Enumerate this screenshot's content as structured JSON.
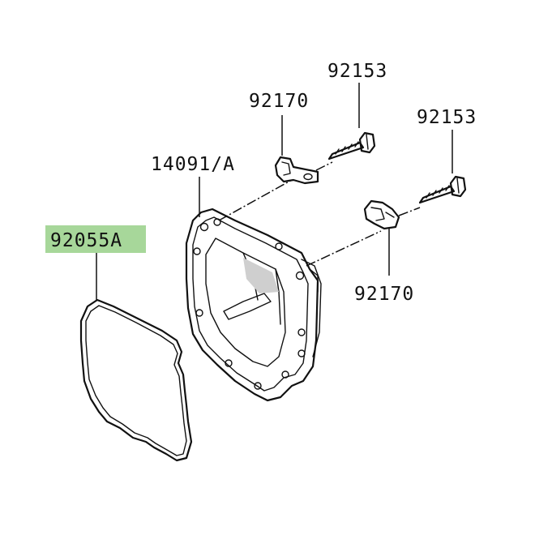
{
  "labels": {
    "bolt_top": "92153",
    "clamp_top": "92170",
    "bolt_right": "92153",
    "cover": "14091/A",
    "gasket": "92055A",
    "clamp_bottom": "92170"
  },
  "colors": {
    "highlight": "#a7d79a",
    "ink": "#111111"
  }
}
